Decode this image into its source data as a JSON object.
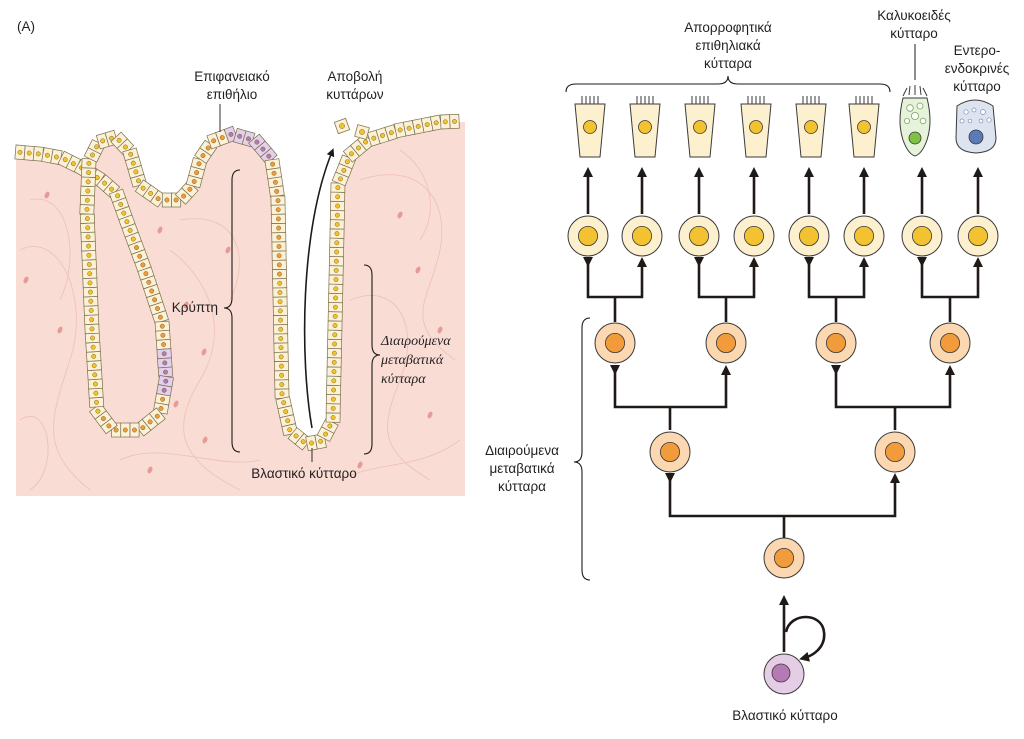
{
  "panel_label": "(A)",
  "left_panel": {
    "surface_epithelium": [
      "Επιφανειακό",
      "επιθήλιο"
    ],
    "cell_shedding": [
      "Αποβολή",
      "κυττάρων"
    ],
    "crypt": "Κρύπτη",
    "dividing_transit": [
      "Διαιρούμενα",
      "μεταβατικά",
      "κύτταρα"
    ],
    "stem_cell": "Βλαστικό κύτταρο"
  },
  "right_panel": {
    "absorptive_cells": [
      "Απορροφητικά",
      "επιθηλιακά",
      "κύτταρα"
    ],
    "goblet_cell": [
      "Καλυκοειδές",
      "κύτταρο"
    ],
    "enteroendocrine_cells": [
      "Εντερο-",
      "ενδοκρινές",
      "κύτταρο"
    ],
    "dividing_transit": [
      "Διαιρούμενα",
      "μεταβατικά",
      "κύτταρα"
    ],
    "stem_cell": "Βλαστικό κύτταρο"
  },
  "colors": {
    "tissue": "#f9dcd4",
    "tissue_lines": "#eec0b6",
    "epithelium": "#fbf1d6",
    "nucleus": "#f2c230",
    "transit_outer": "#fbd8b1",
    "transit_nucleus": "#f19b3a",
    "stem_outer": "#e6cde6",
    "stem_nucleus": "#b57ab3",
    "goblet": "#e6f2d9",
    "goblet_nucleus": "#7fc241",
    "entero": "#dde4f0",
    "entero_nucleus": "#5a7bb8",
    "arrow": "#1f1a17"
  },
  "icons": [
    "self-renewal-arrow-icon",
    "lineage-arrow-icon",
    "brace-icon"
  ]
}
